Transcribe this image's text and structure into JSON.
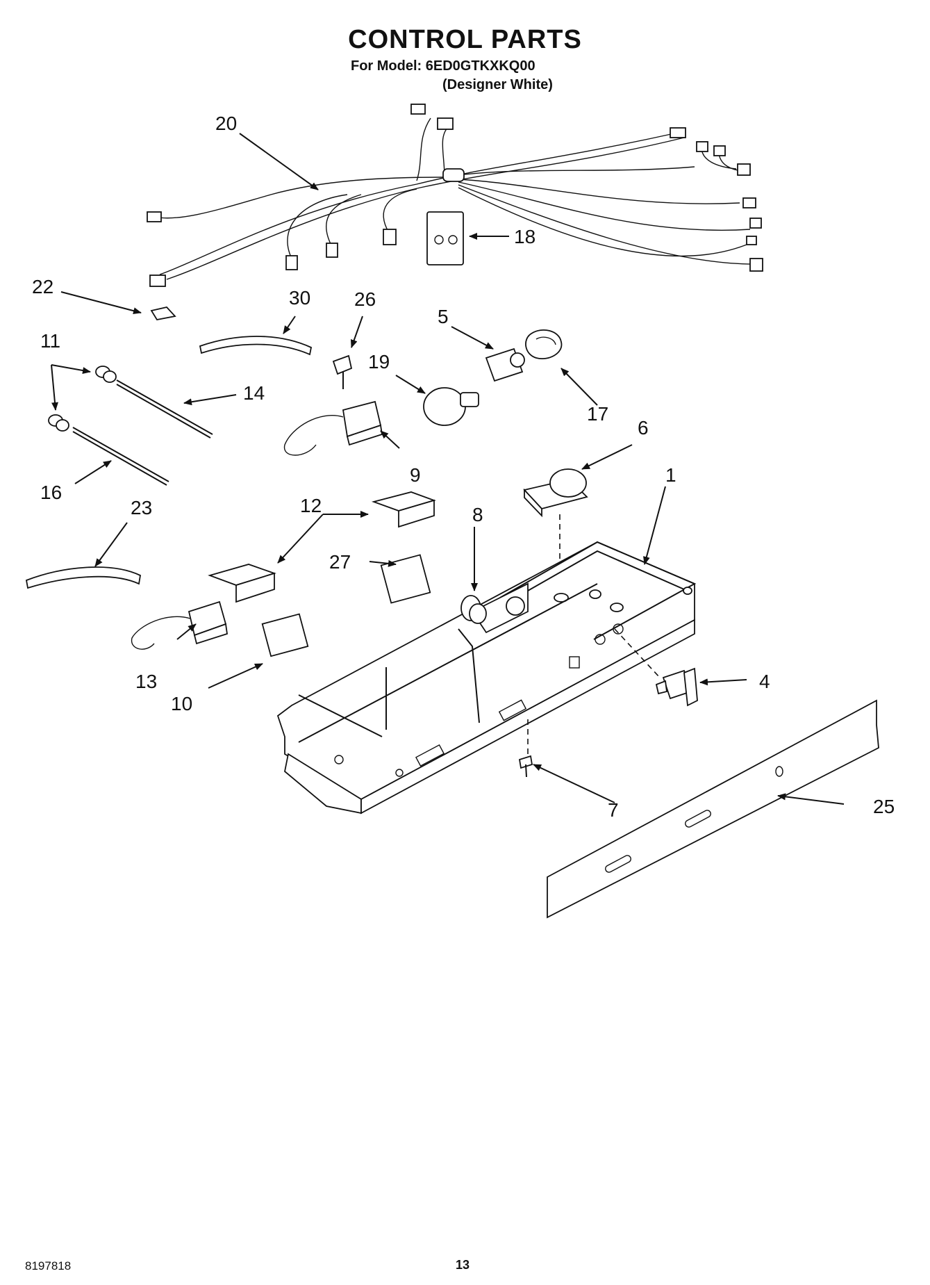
{
  "header": {
    "title": "CONTROL PARTS",
    "model": "For Model: 6ED0GTKXKQ00",
    "color": "(Designer White)"
  },
  "footer": {
    "doc_number": "8197818",
    "page_number": "13"
  },
  "callouts": [
    "20",
    "18",
    "22",
    "30",
    "26",
    "5",
    "11",
    "19",
    "17",
    "14",
    "9",
    "6",
    "16",
    "23",
    "12",
    "1",
    "8",
    "27",
    "13",
    "10",
    "4",
    "7",
    "25"
  ]
}
